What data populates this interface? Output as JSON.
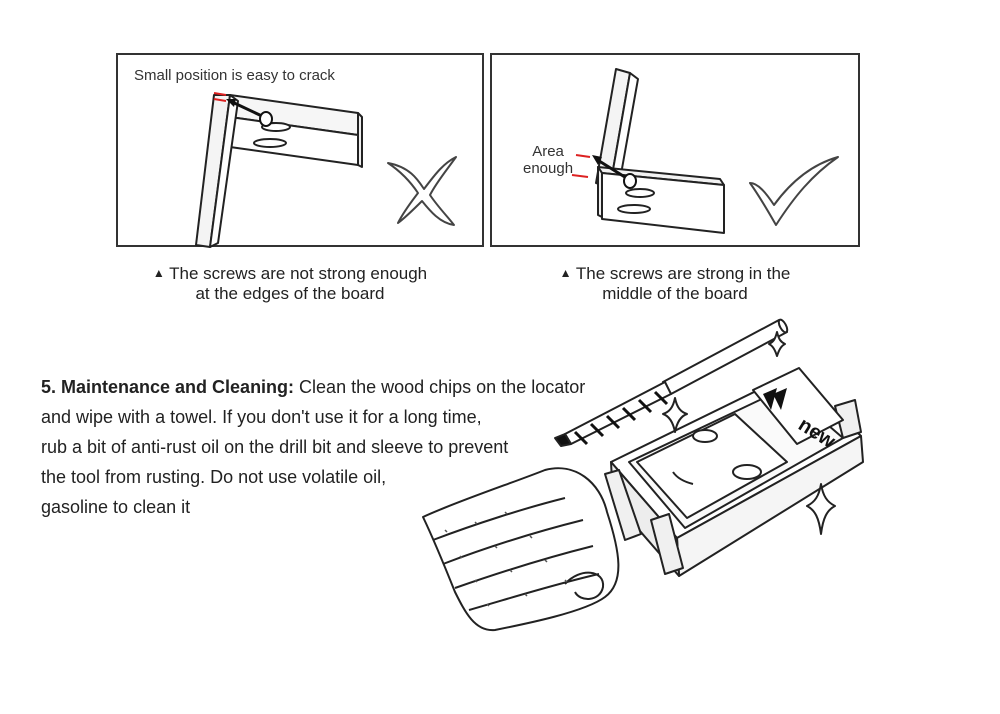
{
  "panels": {
    "left": {
      "note": "Small position is easy to crack",
      "verdict_icon": "cross-mark-icon"
    },
    "right": {
      "note_line1": "Area",
      "note_line2": "enough",
      "verdict_icon": "check-mark-icon"
    }
  },
  "captions": {
    "left": {
      "marker": "▲",
      "line1": "The screws are not strong enough",
      "line2": "at the edges of the board"
    },
    "right": {
      "marker": "▲",
      "line1": "The screws are strong in the",
      "line2": "middle of the board"
    }
  },
  "maintenance": {
    "heading": "5. Maintenance and Cleaning:",
    "line1": " Clean the wood chips on the locator",
    "line2": "and wipe with a towel. If you don't use it for a long time,",
    "line3": "rub a bit of anti-rust oil on the drill bit and sleeve to prevent",
    "line4": "the tool from rusting. Do not use volatile oil,",
    "line5": "gasoline to clean it"
  },
  "illustration": {
    "brand_text": "new",
    "icons": [
      "drill-bit-icon",
      "pocket-hole-jig-icon",
      "towel-icon",
      "sparkle-icon"
    ]
  }
}
